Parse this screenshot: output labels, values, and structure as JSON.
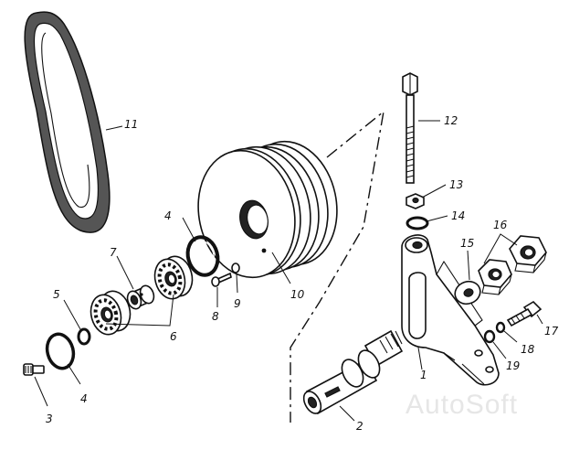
{
  "diagram": {
    "labels": {
      "l1": "1",
      "l2": "2",
      "l3": "3",
      "l4a": "4",
      "l4b": "4",
      "l5": "5",
      "l6": "6",
      "l7": "7",
      "l8": "8",
      "l9": "9",
      "l10": "10",
      "l11": "11",
      "l12": "12",
      "l13": "13",
      "l14": "14",
      "l15": "15",
      "l16": "16",
      "l17": "17",
      "l18": "18",
      "l19": "19"
    },
    "watermark": "AutoSoft"
  }
}
